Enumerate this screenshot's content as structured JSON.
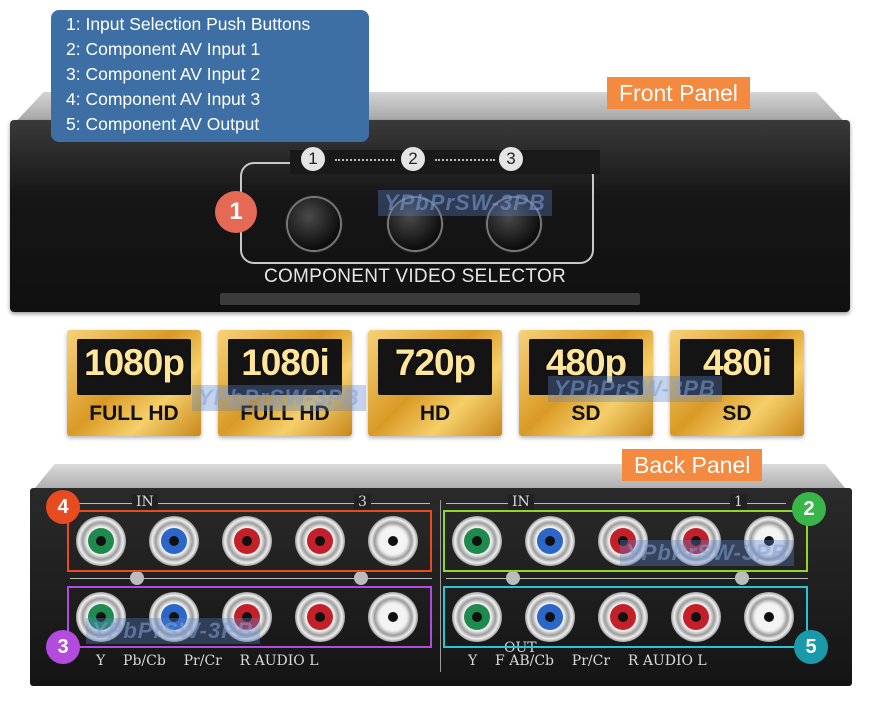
{
  "legend": {
    "items": [
      "1: Input Selection Push Buttons",
      "2: Component AV Input 1",
      "3: Component AV Input 2",
      "4: Component AV Input 3",
      "5: Component AV Output"
    ]
  },
  "front_panel": {
    "tag": "Front Panel",
    "marker": "1",
    "button_numbers": [
      "1",
      "2",
      "3"
    ],
    "label": "COMPONENT VIDEO SELECTOR",
    "watermark": "YPbPrSW-3PB"
  },
  "badges": [
    {
      "res": "1080p",
      "sub": "FULL HD"
    },
    {
      "res": "1080i",
      "sub": "FULL HD"
    },
    {
      "res": "720p",
      "sub": "HD"
    },
    {
      "res": "480p",
      "sub": "SD"
    },
    {
      "res": "480i",
      "sub": "SD"
    }
  ],
  "badge_watermarks": [
    "YPbPrSW-3PB",
    "YPbPrSW-3PB"
  ],
  "back_panel": {
    "tag": "Back Panel",
    "left_group_label": "IN",
    "left_group_number": "3",
    "right_group_label": "IN",
    "right_group_number": "1",
    "out_label": "OUT",
    "left_bottom_labels": "Y    Pb/Cb    Pr/Cr    R AUDIO L",
    "right_bottom_labels": "Y    F AB/Cb    Pr/Cr    R AUDIO L",
    "markers": [
      "4",
      "2",
      "3",
      "5"
    ],
    "watermarks": [
      "YPbPrSW-3PB",
      "YPbPrSW-3PB"
    ],
    "connector_colors": {
      "Y": "#1e8a4e",
      "Pb": "#2a67c8",
      "Pr": "#c4202a",
      "R": "#c4202a",
      "L": "#f4f4f4"
    },
    "box_colors": {
      "input3": "#e84b1f",
      "input1": "#8fd62a",
      "input2": "#b24bde",
      "output": "#29c4d6"
    }
  }
}
